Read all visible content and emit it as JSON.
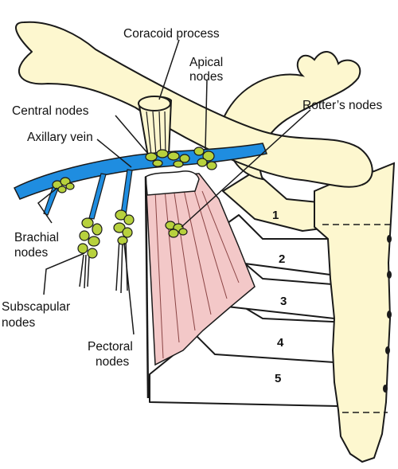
{
  "labels": {
    "coracoid_process": "Coracoid process",
    "apical_nodes_line1": "Apical",
    "apical_nodes_line2": "nodes",
    "central_nodes": "Central nodes",
    "rotters_nodes": "Rotter’s nodes",
    "axillary_vein": "Axillary vein",
    "brachial_nodes_line1": "Brachial",
    "brachial_nodes_line2": "nodes",
    "subscapular_nodes_line1": "Subscapular",
    "subscapular_nodes_line2": "nodes",
    "pectoral_nodes_line1": "Pectoral",
    "pectoral_nodes_line2": "nodes"
  },
  "ribs": [
    "1",
    "2",
    "3",
    "4",
    "5"
  ],
  "colors": {
    "bone": "#fdf7cf",
    "vein": "#1f8de0",
    "lymph_node": "#b7d13d",
    "muscle": "#f3c8c8",
    "outline": "#1a1a1a"
  }
}
